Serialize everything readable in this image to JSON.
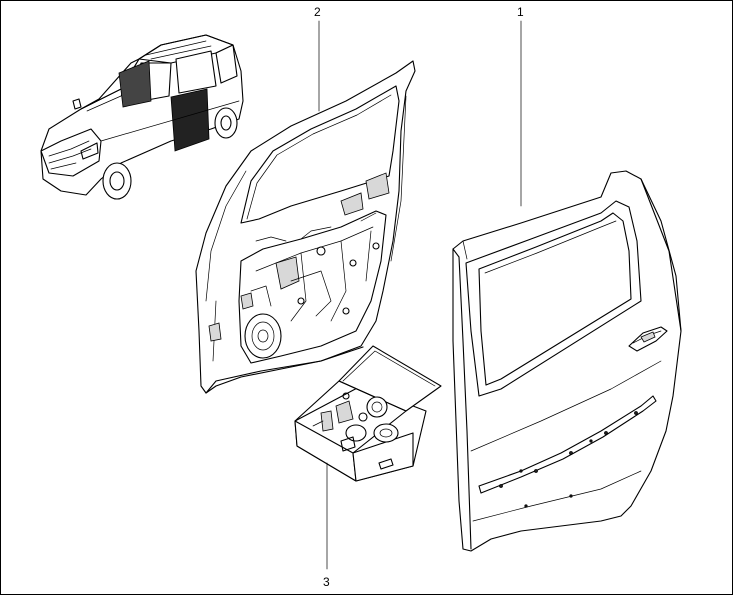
{
  "callouts": {
    "item_1": "1",
    "item_2": "2",
    "item_3": "3"
  },
  "colors": {
    "line": "#000000",
    "background": "#ffffff",
    "highlight_fill": "#222222"
  },
  "icons": {
    "vehicle": "car-silhouette-icon",
    "door_shell": "door-shell-icon",
    "door_panel": "door-panel-icon",
    "parts_box": "parts-box-icon"
  }
}
